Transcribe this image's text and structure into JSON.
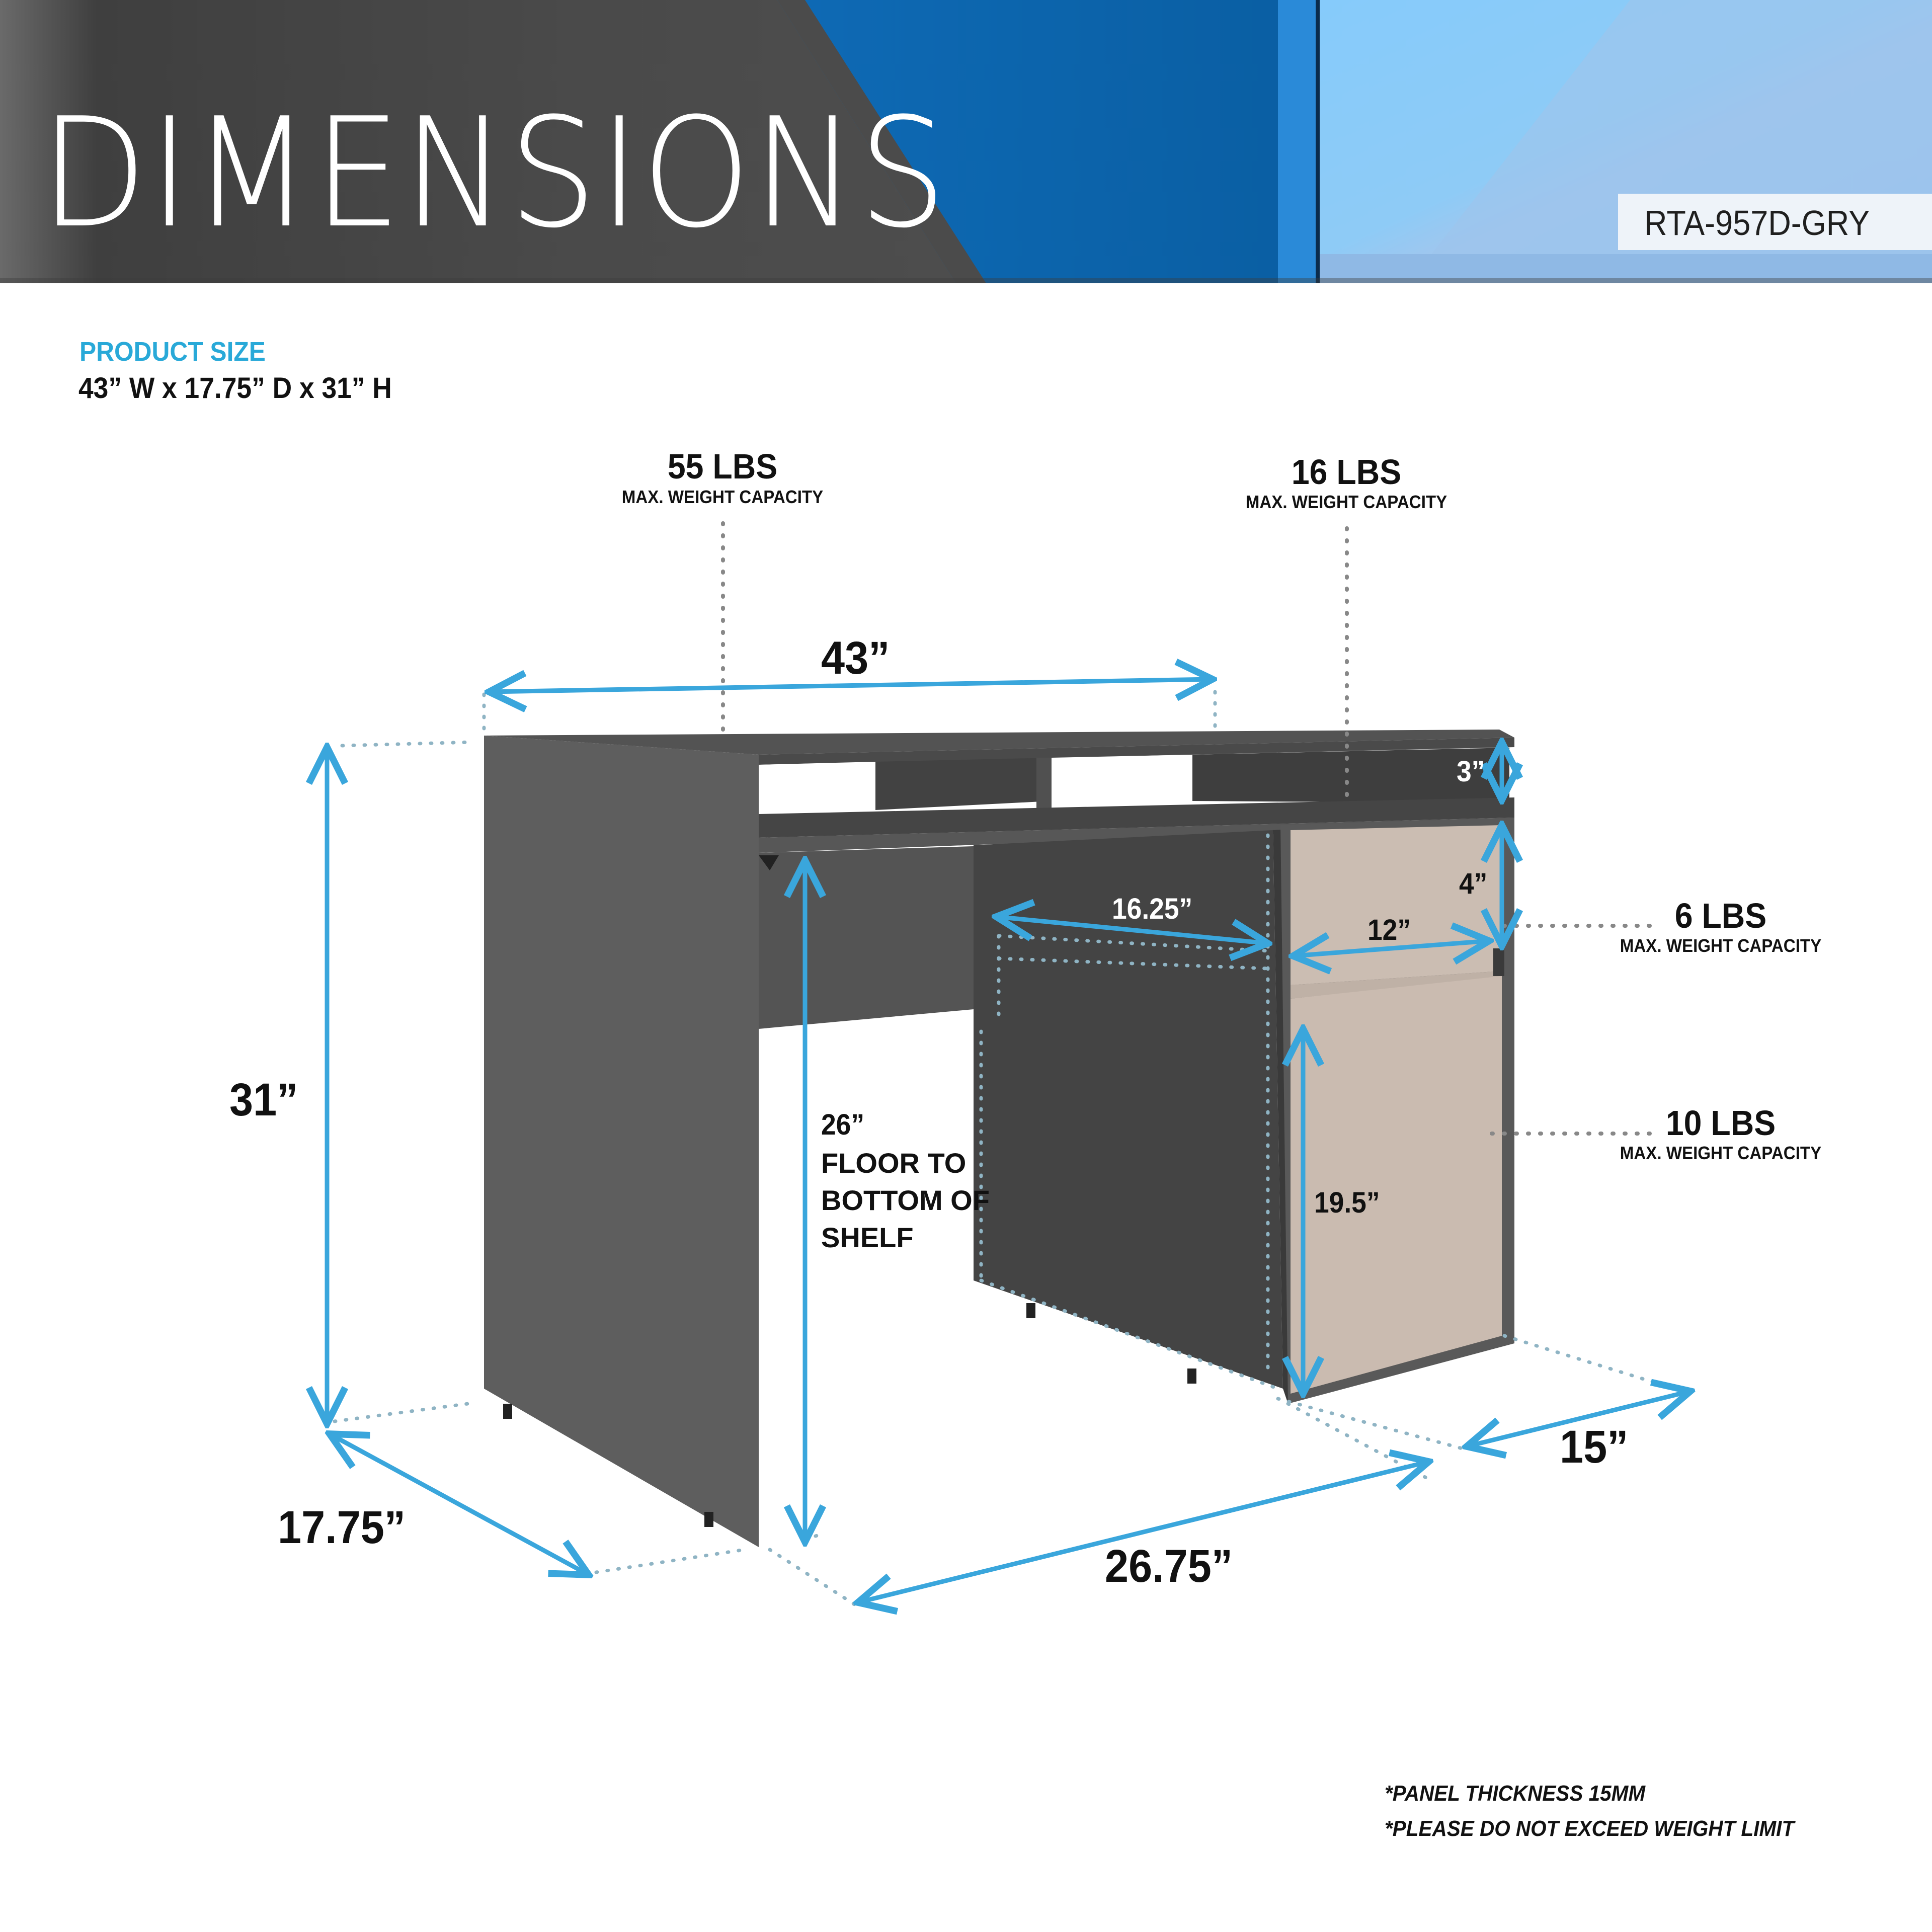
{
  "header": {
    "title": "DIMENSIONS",
    "sku": "RTA-957D-GRY",
    "colors": {
      "dark": "#4a4a4a",
      "blue": "#0b64ad",
      "light_blue": "#8ccbf7",
      "pale_blue": "#9fc5ee"
    }
  },
  "product_size": {
    "label": "PRODUCT SIZE",
    "value": "43” W x 17.75” D x 31” H"
  },
  "weight_capacities": [
    {
      "value": "55 LBS",
      "label": "MAX. WEIGHT CAPACITY",
      "location": "desktop"
    },
    {
      "value": "16 LBS",
      "label": "MAX. WEIGHT CAPACITY",
      "location": "top shelf"
    },
    {
      "value": "6 LBS",
      "label": "MAX. WEIGHT CAPACITY",
      "location": "drawer"
    },
    {
      "value": "10 LBS",
      "label": "MAX. WEIGHT CAPACITY",
      "location": "cabinet"
    }
  ],
  "dimensions": {
    "width": "43”",
    "height": "31”",
    "depth": "17.75”",
    "inner_width": "26.75”",
    "cabinet_depth": "15”",
    "shelf_gap": "3”",
    "drawer_height": "4”",
    "drawer_width": "12”",
    "cabinet_inner_depth": "16.25”",
    "door_height": "19.5”",
    "floor_to_shelf": {
      "value": "26”",
      "text": "FLOOR TO BOTTOM OF SHELF"
    }
  },
  "notes": [
    "*PANEL THICKNESS 15MM",
    "*PLEASE DO NOT EXCEED WEIGHT LIMIT"
  ],
  "colors": {
    "dimension_line": "#3aa6dc",
    "desk_gray": "#5f5f5f",
    "desk_dark": "#424242",
    "drawer_beige": "#c9bbb0",
    "text": "#111111"
  }
}
